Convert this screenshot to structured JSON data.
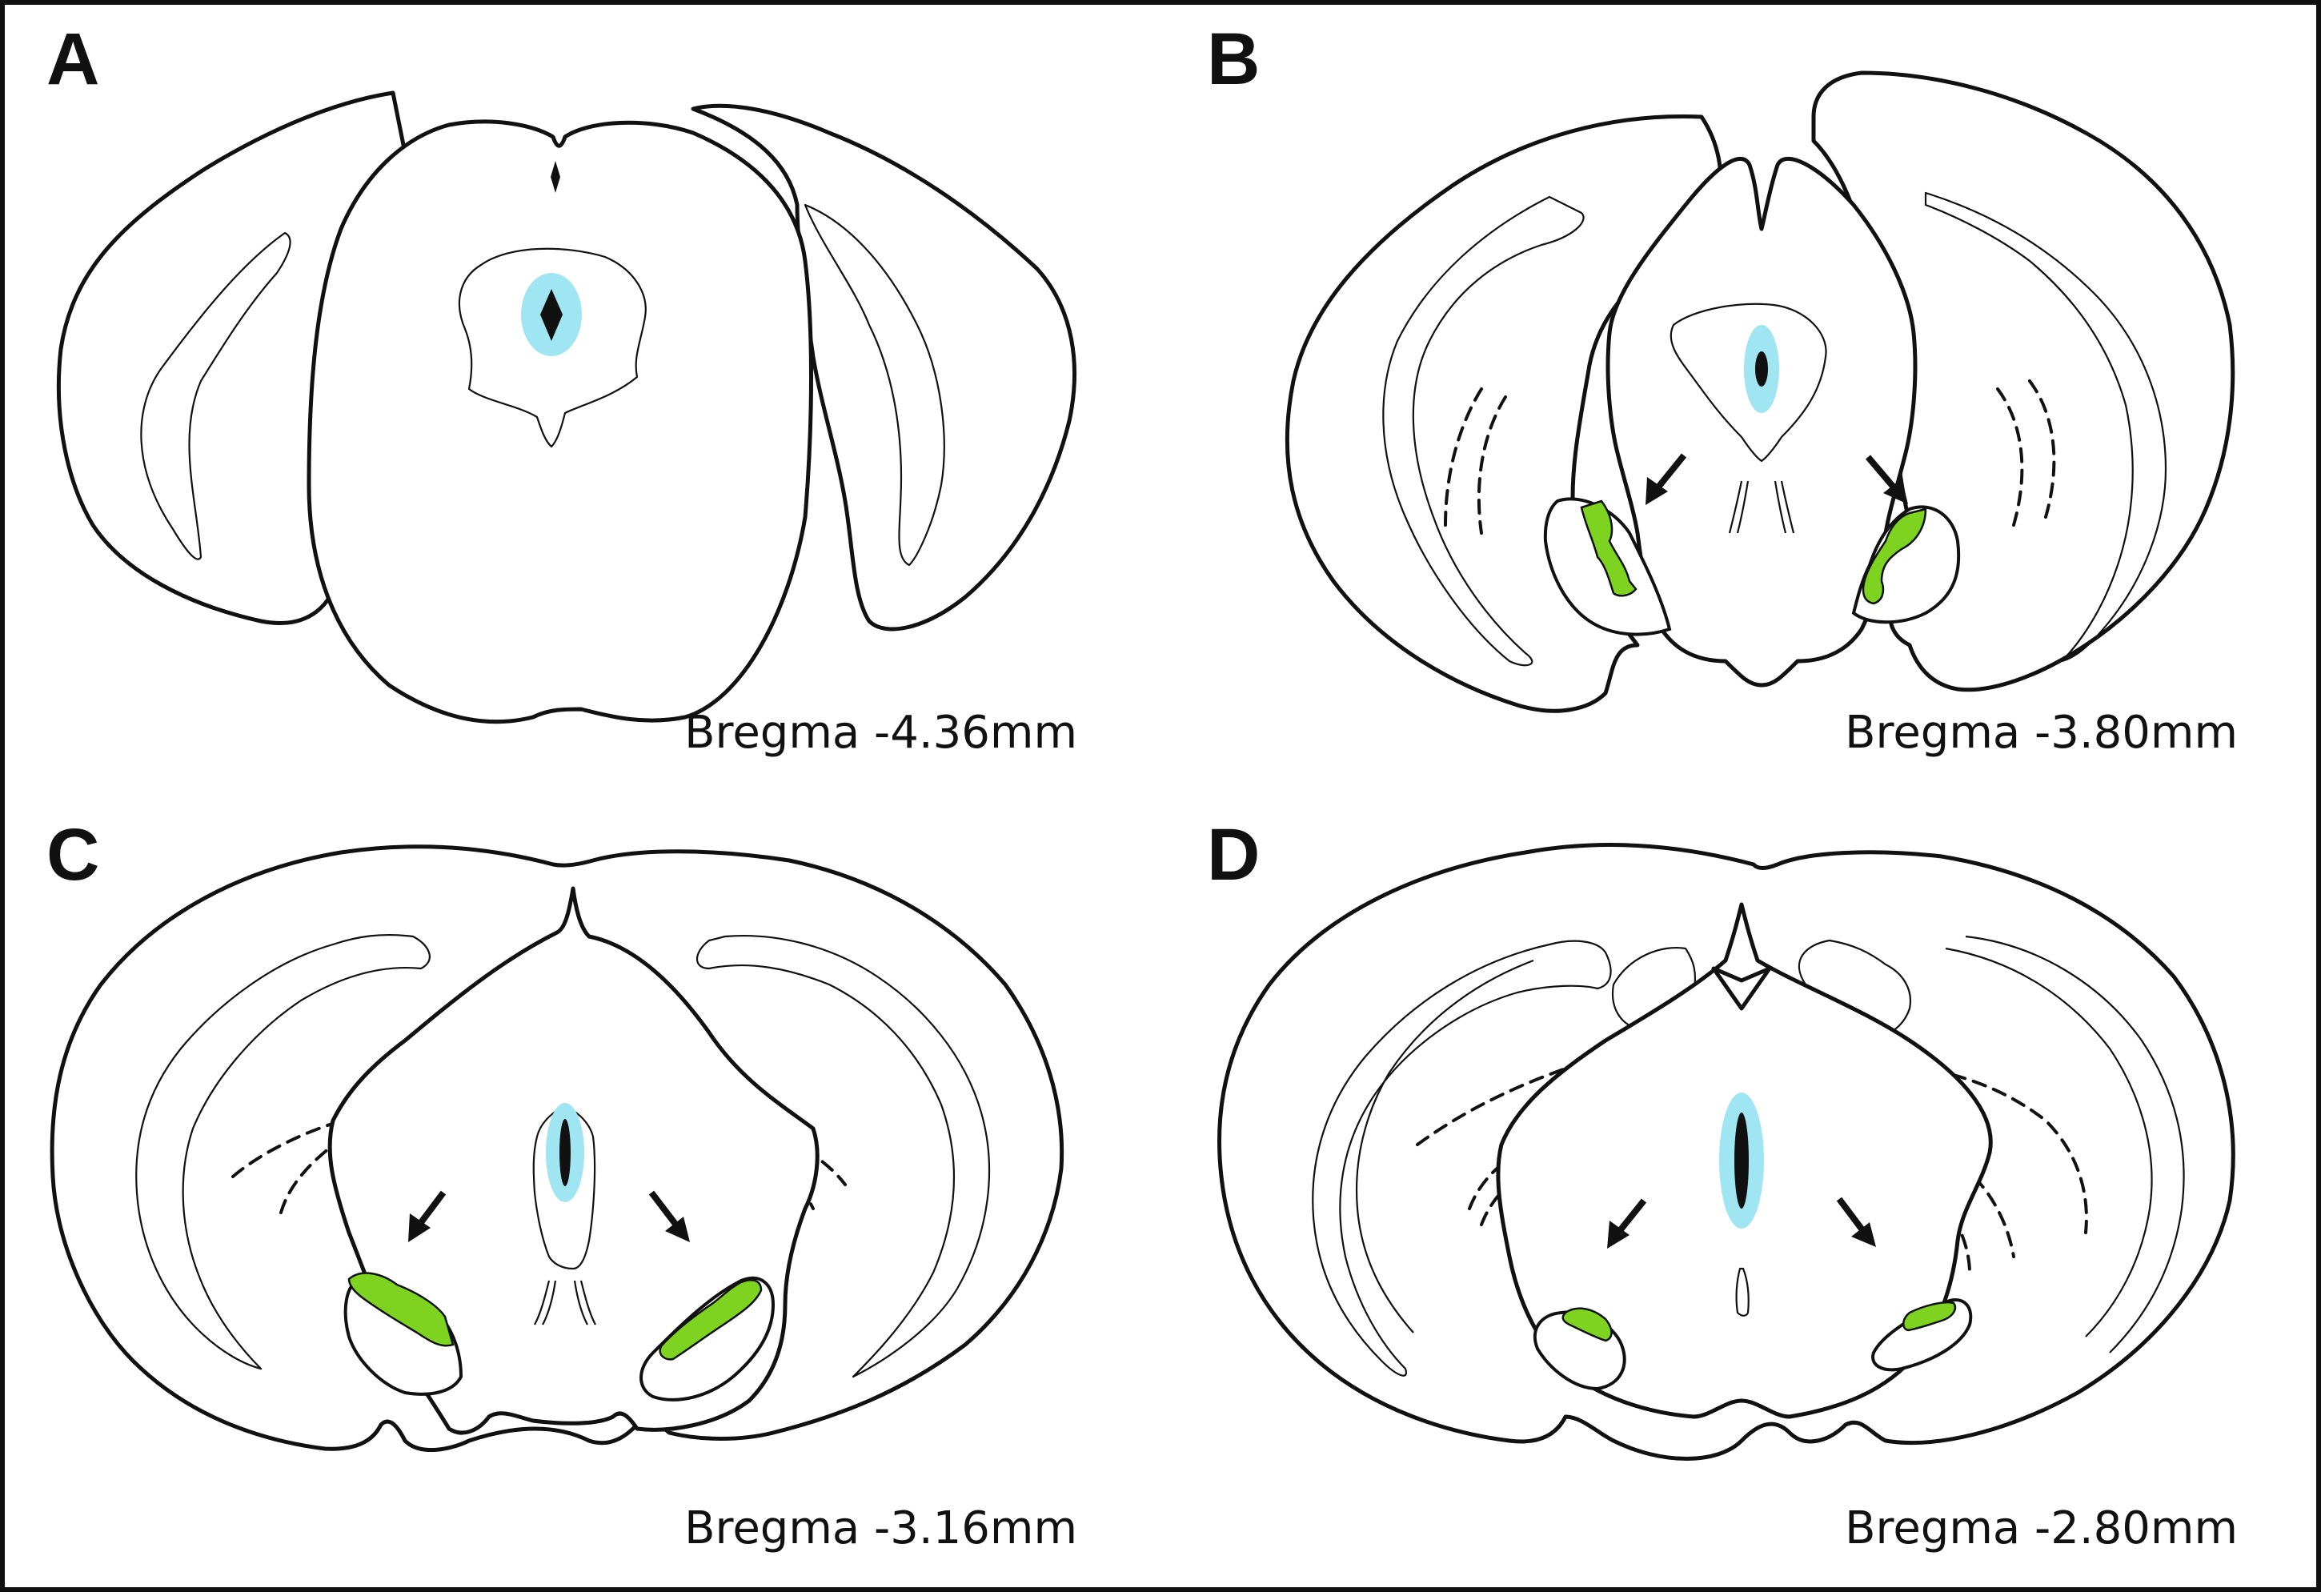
{
  "colors": {
    "outline": "#111111",
    "highlight": "#7ed321",
    "ventricle_halo": "#9fe5f2",
    "background": "#ffffff"
  },
  "panels": [
    {
      "letter": "A",
      "caption": "Bregma -4.36mm"
    },
    {
      "letter": "B",
      "caption": "Bregma -3.80mm"
    },
    {
      "letter": "C",
      "caption": "Bregma -3.16mm"
    },
    {
      "letter": "D",
      "caption": "Bregma -2.80mm"
    }
  ]
}
